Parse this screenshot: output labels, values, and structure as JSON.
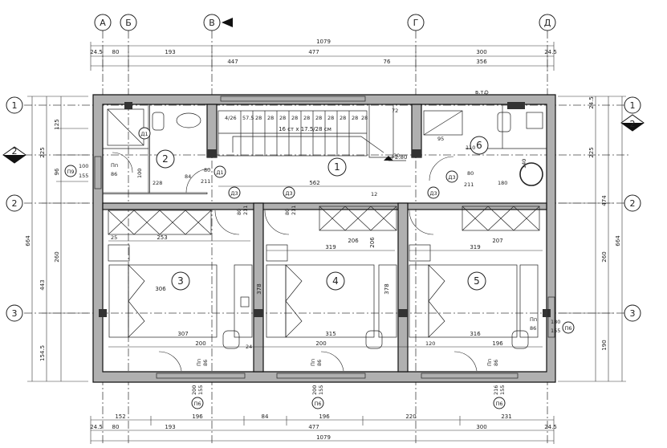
{
  "axes_top": [
    "А",
    "Б",
    "В",
    "Г",
    "Д"
  ],
  "axes_side": [
    "1",
    "2",
    "2",
    "3"
  ],
  "dims_top": {
    "total": "1079",
    "row2": [
      "24.5",
      "80",
      "193",
      "477",
      "300",
      "24.5"
    ],
    "row3": [
      "447",
      "76",
      "356"
    ]
  },
  "dims_bottom": {
    "total": "1079",
    "row1": [
      "152",
      "196",
      "84",
      "196",
      "220",
      "231"
    ],
    "row2": [
      "24.5",
      "80",
      "193",
      "477",
      "300",
      "24.5"
    ]
  },
  "dims_left": {
    "outer": "664",
    "segments": [
      "125",
      "225",
      "260",
      "443",
      "154.5",
      "96"
    ]
  },
  "dims_right": {
    "outer": "664",
    "segments": [
      "24.5",
      "225",
      "474",
      "260",
      "190"
    ]
  },
  "stair_label": "16 ст х 17.5/28 см",
  "stair_treads": [
    "4/26",
    "57.5",
    "28",
    "28",
    "28",
    "28",
    "28",
    "28",
    "28",
    "28",
    "28",
    "28"
  ],
  "rooms": [
    "1",
    "2",
    "3",
    "4",
    "5",
    "6"
  ],
  "room_dims": {
    "r1_width": "562",
    "r3_top": "253",
    "r3_mid": "306",
    "r3_bot": "307",
    "r4_top": "319",
    "r4_mid": "206",
    "r4_bot": "315",
    "r5_top": "319",
    "r5_mid": "207",
    "r5_bot": "316",
    "h378a": "378",
    "h378b": "378",
    "h206": "206",
    "d200a": "200",
    "d200b": "200",
    "d196": "196"
  },
  "openings": {
    "p9": "П9",
    "p9_w": "100",
    "p9_h": "155",
    "pn": "Пп",
    "pn_86": "86",
    "pn_100": "100",
    "p6": "П6",
    "p6_w": "180",
    "p6_h": "155",
    "p6_86": "86",
    "w200": "200",
    "w155": "155",
    "w216": "216"
  },
  "door_codes": [
    "Д1",
    "Д3",
    "Д3",
    "Д3",
    "Д3",
    "Д1"
  ],
  "door_sizes": [
    "80",
    "211",
    "80",
    "211",
    "80",
    "211",
    "80",
    "211"
  ],
  "level": "+2.80",
  "vt_label": "в.т.",
  "misc_nums": [
    "228",
    "180",
    "95",
    "110",
    "84",
    "120",
    "25",
    "30",
    "72",
    "140",
    "12",
    "24"
  ]
}
